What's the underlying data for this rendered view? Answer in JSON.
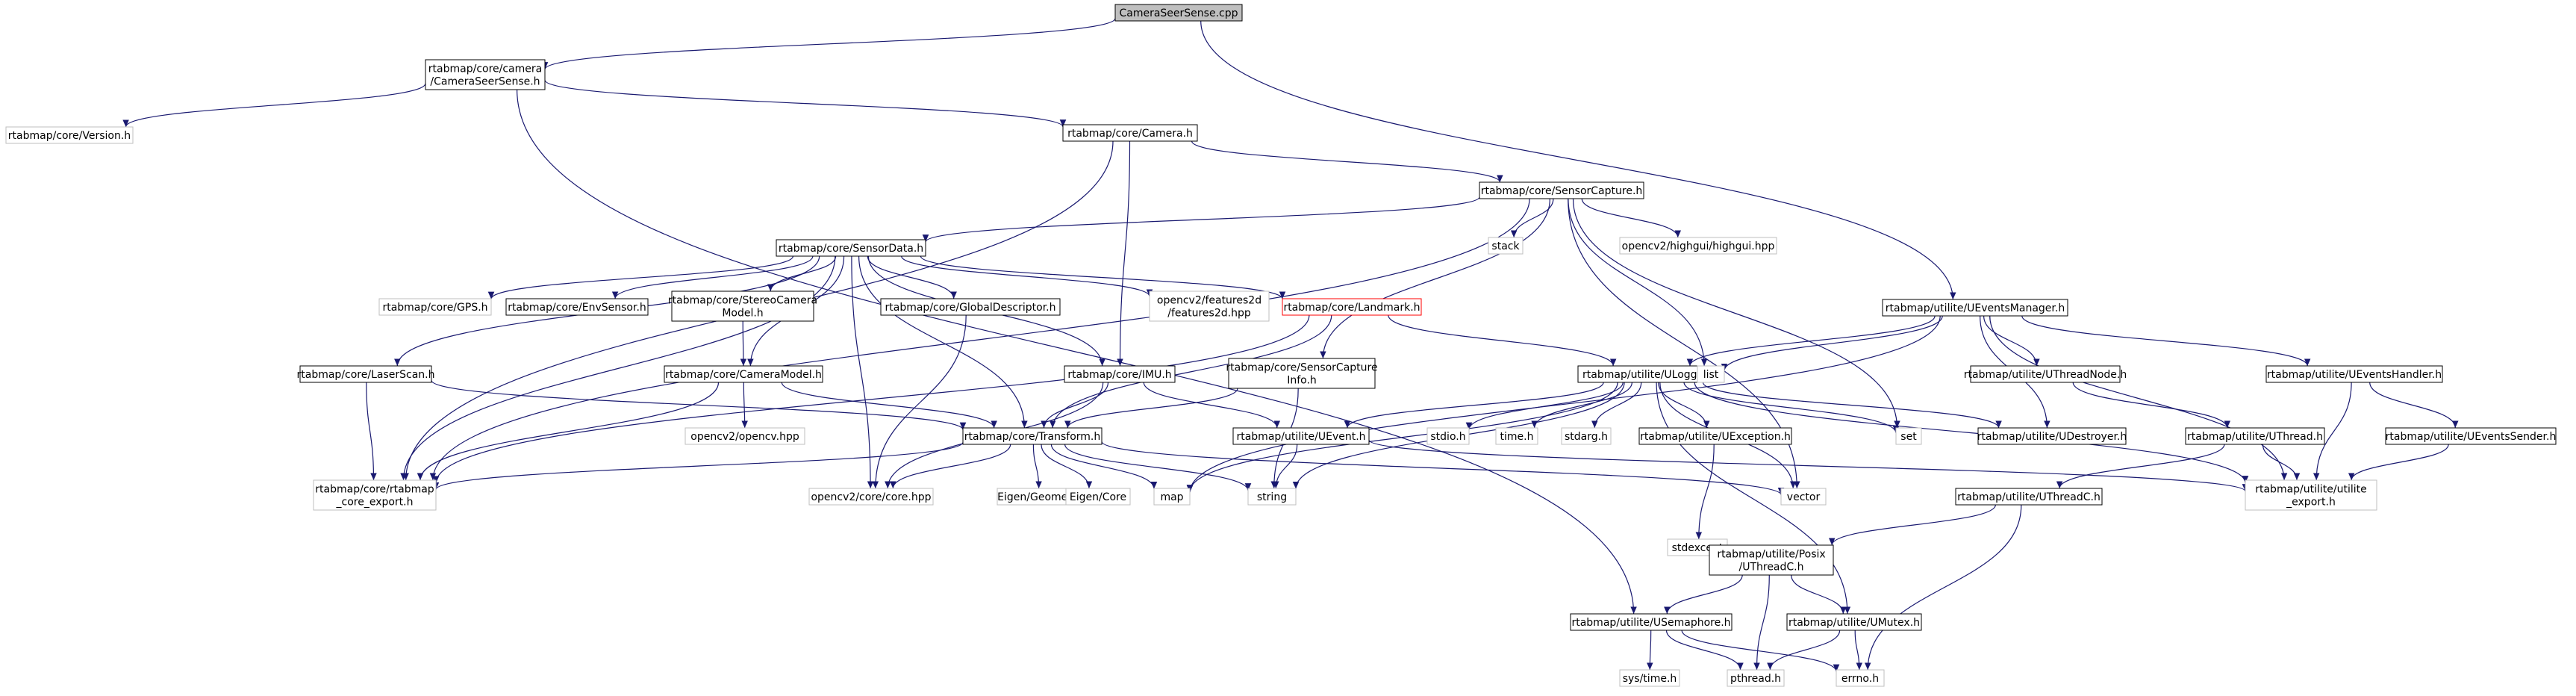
{
  "colors": {
    "edge": "#191970",
    "node_border": "#000000",
    "node_border_missing": "#bfbfbf",
    "node_border_truncated": "#ff0000",
    "root_fill": "#bfbfbf",
    "text": "#000000"
  },
  "nodes": {
    "root": {
      "lines": [
        "CameraSeerSense.cpp"
      ]
    },
    "seer_h": {
      "lines": [
        "rtabmap/core/camera",
        "/CameraSeerSense.h"
      ]
    },
    "version": {
      "lines": [
        "rtabmap/core/Version.h"
      ]
    },
    "camera": {
      "lines": [
        "rtabmap/core/Camera.h"
      ]
    },
    "sensorcap": {
      "lines": [
        "rtabmap/core/SensorCapture.h"
      ]
    },
    "sensordata": {
      "lines": [
        "rtabmap/core/SensorData.h"
      ]
    },
    "stack": {
      "lines": [
        "stack"
      ]
    },
    "highgui": {
      "lines": [
        "opencv2/highgui/highgui.hpp"
      ]
    },
    "gps": {
      "lines": [
        "rtabmap/core/GPS.h"
      ]
    },
    "envsensor": {
      "lines": [
        "rtabmap/core/EnvSensor.h"
      ]
    },
    "stereocam": {
      "lines": [
        "rtabmap/core/StereoCamera",
        "Model.h"
      ]
    },
    "globaldesc": {
      "lines": [
        "rtabmap/core/GlobalDescriptor.h"
      ]
    },
    "features2d": {
      "lines": [
        "opencv2/features2d",
        "/features2d.hpp"
      ]
    },
    "landmark": {
      "lines": [
        "rtabmap/core/Landmark.h"
      ]
    },
    "eventsmgr": {
      "lines": [
        "rtabmap/utilite/UEventsManager.h"
      ]
    },
    "laserscan": {
      "lines": [
        "rtabmap/core/LaserScan.h"
      ]
    },
    "cammodel": {
      "lines": [
        "rtabmap/core/CameraModel.h"
      ]
    },
    "imu": {
      "lines": [
        "rtabmap/core/IMU.h"
      ]
    },
    "capinfo": {
      "lines": [
        "rtabmap/core/SensorCapture",
        "Info.h"
      ]
    },
    "ulogger": {
      "lines": [
        "rtabmap/utilite/ULogger.h"
      ]
    },
    "list": {
      "lines": [
        "list"
      ]
    },
    "threadnode": {
      "lines": [
        "rtabmap/utilite/UThreadNode.h"
      ]
    },
    "evhandler": {
      "lines": [
        "rtabmap/utilite/UEventsHandler.h"
      ]
    },
    "opencvhpp": {
      "lines": [
        "opencv2/opencv.hpp"
      ]
    },
    "transform": {
      "lines": [
        "rtabmap/core/Transform.h"
      ]
    },
    "uevent": {
      "lines": [
        "rtabmap/utilite/UEvent.h"
      ]
    },
    "stdio": {
      "lines": [
        "stdio.h"
      ]
    },
    "timeh": {
      "lines": [
        "time.h"
      ]
    },
    "stdarg": {
      "lines": [
        "stdarg.h"
      ]
    },
    "uexception": {
      "lines": [
        "rtabmap/utilite/UException.h"
      ]
    },
    "set": {
      "lines": [
        "set"
      ]
    },
    "udestroyer": {
      "lines": [
        "rtabmap/utilite/UDestroyer.h"
      ]
    },
    "uthread": {
      "lines": [
        "rtabmap/utilite/UThread.h"
      ]
    },
    "evsender": {
      "lines": [
        "rtabmap/utilite/UEventsSender.h"
      ]
    },
    "coreexport": {
      "lines": [
        "rtabmap/core/rtabmap",
        "_core_export.h"
      ]
    },
    "corehpp": {
      "lines": [
        "opencv2/core/core.hpp"
      ]
    },
    "eigengeo": {
      "lines": [
        "Eigen/Geometry"
      ]
    },
    "eigencore": {
      "lines": [
        "Eigen/Core"
      ]
    },
    "map": {
      "lines": [
        "map"
      ]
    },
    "string": {
      "lines": [
        "string"
      ]
    },
    "vector": {
      "lines": [
        "vector"
      ]
    },
    "stdexcept": {
      "lines": [
        "stdexcept"
      ]
    },
    "utilexport": {
      "lines": [
        "rtabmap/utilite/utilite",
        "_export.h"
      ]
    },
    "uthreadc": {
      "lines": [
        "rtabmap/utilite/UThreadC.h"
      ]
    },
    "posix": {
      "lines": [
        "rtabmap/utilite/Posix",
        "/UThreadC.h"
      ]
    },
    "usemaphore": {
      "lines": [
        "rtabmap/utilite/USemaphore.h"
      ]
    },
    "umutex": {
      "lines": [
        "rtabmap/utilite/UMutex.h"
      ]
    },
    "systime": {
      "lines": [
        "sys/time.h"
      ]
    },
    "pthread": {
      "lines": [
        "pthread.h"
      ]
    },
    "errno": {
      "lines": [
        "errno.h"
      ]
    }
  }
}
